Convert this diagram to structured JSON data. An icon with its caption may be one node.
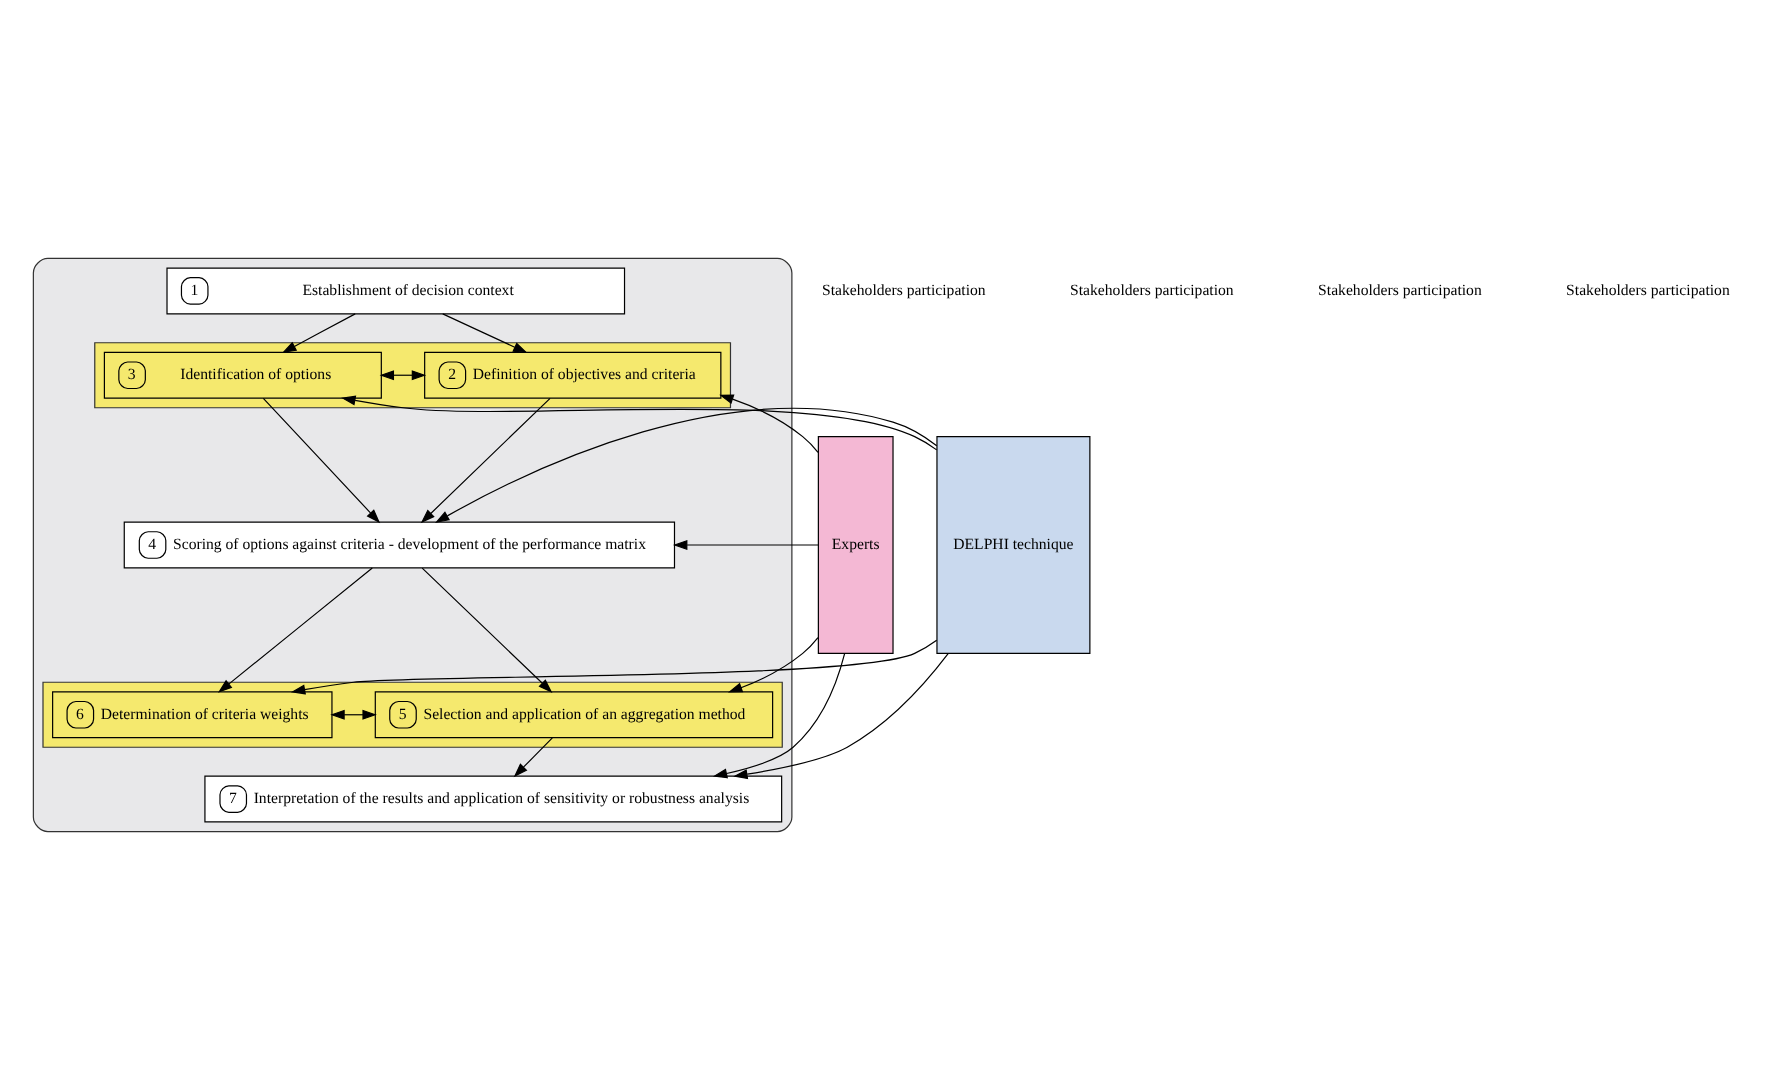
{
  "diagram": {
    "nodes": [
      {
        "text": [],
        "shape": "ellipse"
      },
      {
        "text": [
          "1",
          "Establishment of decision context"
        ],
        "in": 0
      },
      {
        "text": [],
        "shape": "band",
        "in": 0
      },
      {
        "text": [
          "2",
          "Definition of objectives and criteria"
        ],
        "in": 2
      },
      {
        "text": [
          "3",
          "Identification of options"
        ],
        "in": 2
      },
      {
        "text": [
          "4",
          "Scoring of options against criteria - development of the performance matrix"
        ],
        "in": 0
      },
      {
        "text": [],
        "shape": "band",
        "in": 0
      },
      {
        "text": [
          "5",
          "Selection and application of an aggregation method"
        ],
        "in": 6
      },
      {
        "text": [
          "6",
          "Determination of criteria weights"
        ],
        "in": 6
      },
      {
        "text": [
          "7",
          "Interpretation of the results and application of sensitivity or robustness analysis"
        ],
        "in": 0
      },
      {
        "text": [
          "Experts"
        ]
      },
      {
        "text": [
          "DELPHI technique"
        ]
      }
    ],
    "edges": [
      {
        "from": 1,
        "to": 3,
        "arrow": "to"
      },
      {
        "from": 1,
        "to": 4,
        "arrow": "to"
      },
      {
        "from": 3,
        "to": 4,
        "arrow": "both"
      },
      {
        "from": 3,
        "to": 5,
        "arrow": "to"
      },
      {
        "from": 4,
        "to": 5,
        "arrow": "to"
      },
      {
        "from": 5,
        "to": 7,
        "arrow": "to"
      },
      {
        "from": 5,
        "to": 8,
        "arrow": "to"
      },
      {
        "from": 7,
        "to": 8,
        "arrow": "both"
      },
      {
        "from": 7,
        "to": 9,
        "arrow": "to"
      },
      {
        "from": 10,
        "to": 3,
        "arrow": "to"
      },
      {
        "from": 10,
        "to": 5,
        "arrow": "to"
      },
      {
        "from": 10,
        "to": 7,
        "arrow": "to"
      },
      {
        "from": 10,
        "to": 9,
        "arrow": "to"
      },
      {
        "from": 11,
        "to": 4,
        "arrow": "to"
      },
      {
        "from": 11,
        "to": 5,
        "arrow": "to"
      },
      {
        "from": 11,
        "to": 8,
        "arrow": "to"
      },
      {
        "from": 11,
        "to": 9,
        "arrow": "to"
      }
    ],
    "labels": [
      "Stakeholders participation",
      "Stakeholders participation",
      "Stakeholders participation",
      "Stakeholders participation"
    ]
  }
}
